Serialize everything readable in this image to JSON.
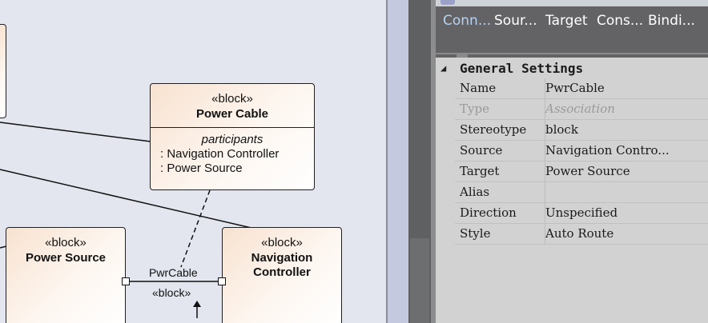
{
  "diagram": {
    "power_cable_block": {
      "stereotype": "«block»",
      "name": "Power Cable",
      "compartment_title": "participants",
      "participants": [
        ": Navigation Controller",
        ": Power Source"
      ]
    },
    "power_source_block": {
      "stereotype": "«block»",
      "name": "Power Source"
    },
    "navigation_controller_block": {
      "stereotype": "«block»",
      "name_line1": "Navigation",
      "name_line2": "Controller"
    },
    "connector": {
      "name": "PwrCable",
      "stereotype": "«block»"
    }
  },
  "properties_panel": {
    "tabs": [
      {
        "label": "Conn...",
        "active": true
      },
      {
        "label": "Sour...",
        "active": false
      },
      {
        "label": "Target",
        "active": false
      },
      {
        "label": "Cons...",
        "active": false
      },
      {
        "label": "Bindi...",
        "active": false
      }
    ],
    "section_title": "General Settings",
    "rows": [
      {
        "name": "Name",
        "value": "PwrCable",
        "disabled": false
      },
      {
        "name": "Type",
        "value": "Association",
        "disabled": true
      },
      {
        "name": "Stereotype",
        "value": "block",
        "disabled": false
      },
      {
        "name": "Source",
        "value": "Navigation Contro...",
        "disabled": false
      },
      {
        "name": "Target",
        "value": "Power Source",
        "disabled": false
      },
      {
        "name": "Alias",
        "value": "",
        "disabled": false
      },
      {
        "name": "Direction",
        "value": "Unspecified",
        "disabled": false
      },
      {
        "name": "Style",
        "value": "Auto Route",
        "disabled": false
      }
    ]
  },
  "colors": {
    "diagram_background": "#e3e6ef",
    "tab_bar": "#636366",
    "active_tab_text": "#b8d2f2",
    "panel_background": "#d2d2d2"
  }
}
